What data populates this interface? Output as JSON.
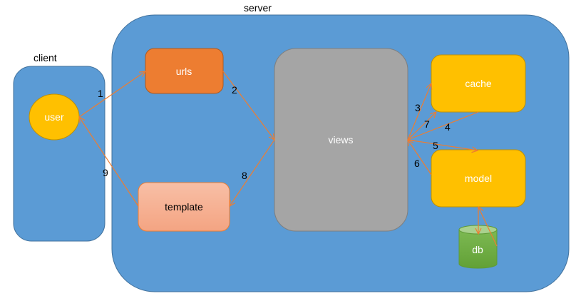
{
  "containers": {
    "server": "server",
    "client": "client"
  },
  "nodes": {
    "user": "user",
    "urls": "urls",
    "template": "template",
    "views": "views",
    "cache": "cache",
    "model": "model",
    "db": "db"
  },
  "steps": [
    "1",
    "2",
    "3",
    "4",
    "5",
    "6",
    "7",
    "8",
    "9"
  ],
  "colors": {
    "container": "#5B9BD5",
    "urls": "#ED7D31",
    "views": "#A5A5A5",
    "yellow": "#FFC000",
    "db": "#70AD47",
    "arrow": "#ED7D31"
  }
}
